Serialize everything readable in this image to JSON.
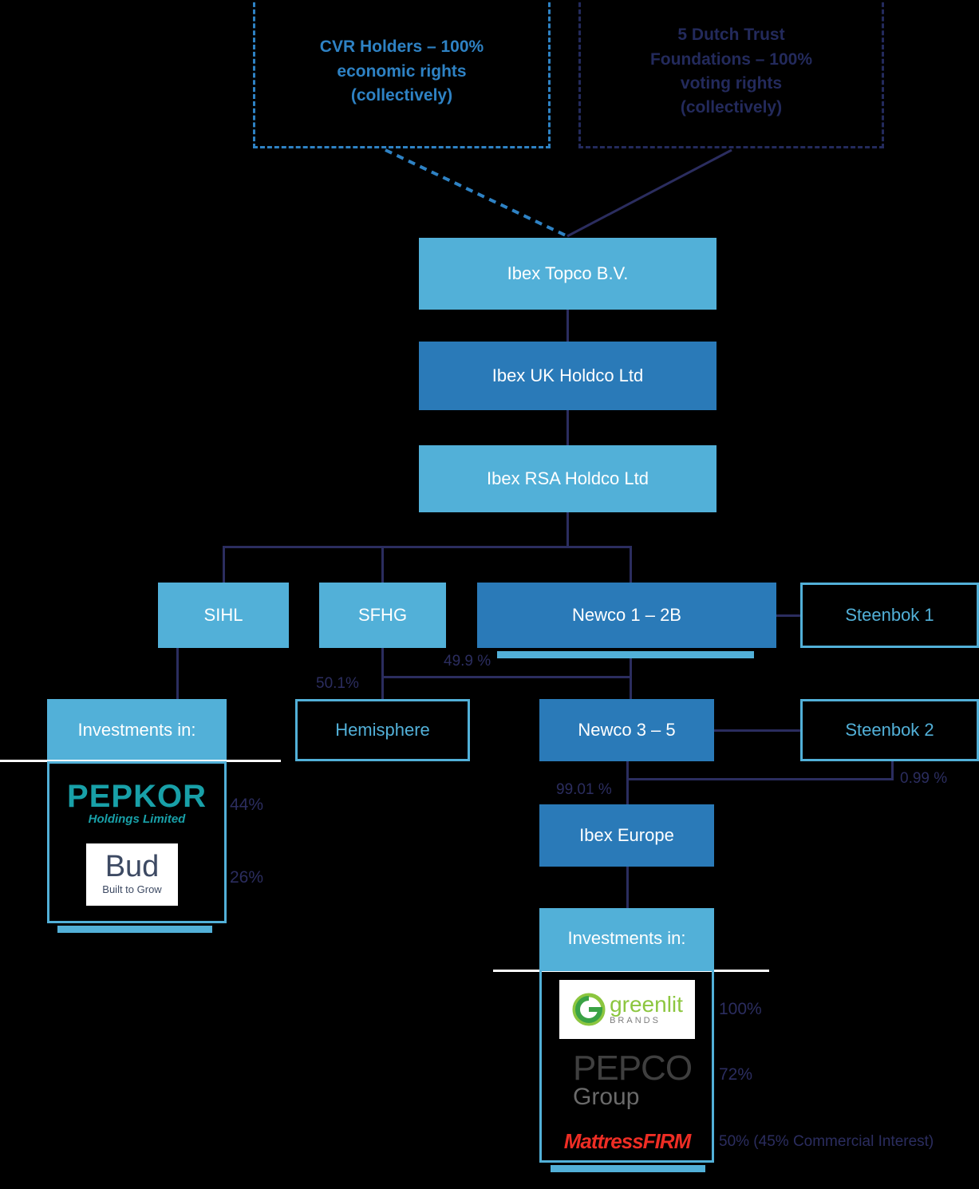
{
  "title": "Ibex group corporate structure chart",
  "colors": {
    "light_blue": "#52b0d8",
    "dark_blue": "#2a7ab8",
    "navy": "#2b2d5f",
    "cvr_blue": "#2e82c4",
    "background": "#000000"
  },
  "shareholders": {
    "cvr": {
      "line1": "CVR Holders – 100%",
      "line2": "economic rights",
      "line3": "(collectively)"
    },
    "trust": {
      "line1": "5 Dutch Trust",
      "line2": "Foundations – 100%",
      "line3": "voting rights",
      "line4": "(collectively)"
    }
  },
  "entities": {
    "topco": "Ibex Topco B.V.",
    "uk_holdco": "Ibex UK Holdco Ltd",
    "rsa_holdco": "Ibex RSA Holdco Ltd",
    "sihl": "SIHL",
    "sfhg": "SFHG",
    "newco1": "Newco 1 – 2B",
    "steenbok1": "Steenbok 1",
    "hemisphere": "Hemisphere",
    "newco3": "Newco 3 – 5",
    "steenbok2": "Steenbok 2",
    "ibex_europe": "Ibex Europe",
    "investments_left_header": "Investments in:",
    "investments_right_header": "Investments in:"
  },
  "percentages": {
    "sfhg_hemisphere": "50.1%",
    "newco1_hemisphere": "49.9 %",
    "newco3_ibex_europe": "99.01 %",
    "steenbok2_ibex_europe": "0.99 %"
  },
  "investments_left": [
    {
      "name": "PEPKOR Holdings Limited",
      "logo_word": "PEPKOR",
      "logo_sub": "Holdings Limited",
      "stake": "44%"
    },
    {
      "name": "Bud Built to Grow",
      "logo_word": "Bud",
      "logo_sub": "Built to Grow",
      "stake": "26%"
    }
  ],
  "investments_right": [
    {
      "name": "greenlit BRANDS",
      "logo_word": "greenlit",
      "logo_sub": "BRANDS",
      "stake": "100%"
    },
    {
      "name": "PEPCO Group",
      "logo_word": "PEPCO",
      "logo_sub": "Group",
      "stake": "72%"
    },
    {
      "name": "Mattress Firm",
      "logo_word": "MattressFIRM",
      "logo_sub": "",
      "stake": "50% (45% Commercial Interest)"
    }
  ]
}
